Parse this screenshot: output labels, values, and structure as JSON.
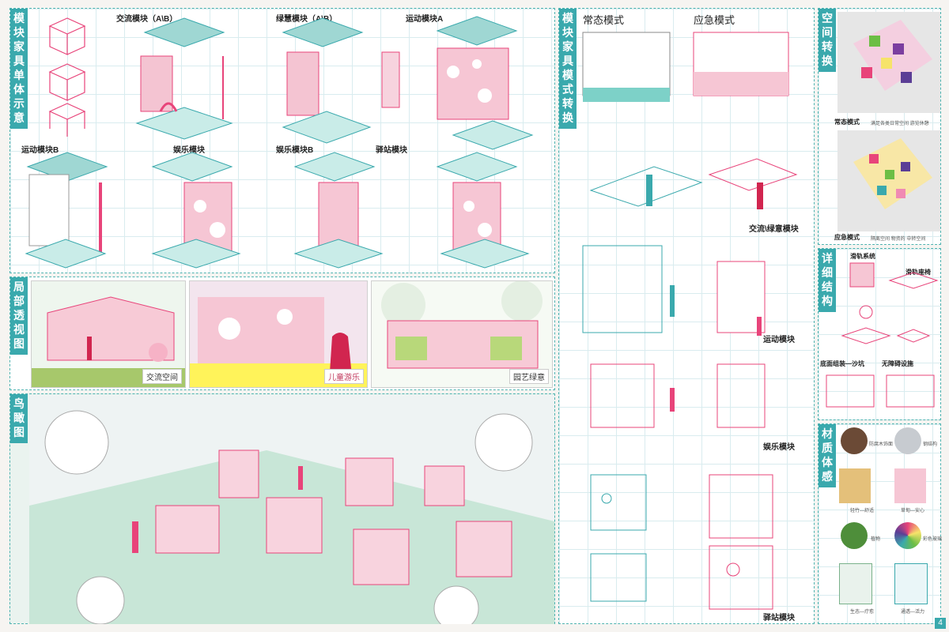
{
  "sections": {
    "module_units": [
      "模",
      "块",
      "家",
      "具",
      "单",
      "体",
      "示",
      "意"
    ],
    "local_views": [
      "局",
      "部",
      "透",
      "视",
      "图"
    ],
    "aerial": [
      "鸟",
      "瞰",
      "图"
    ],
    "mode_switch": [
      "模",
      "块",
      "家",
      "具",
      "模",
      "式",
      "转",
      "换"
    ],
    "space_switch": [
      "空",
      "间",
      "转",
      "换"
    ],
    "detail": [
      "详",
      "细",
      "结",
      "构"
    ],
    "material": [
      "材",
      "质",
      "体",
      "感"
    ]
  },
  "modules": {
    "exchange": "交流模块（A\\B）",
    "green": "绿慧模块（A\\B）",
    "sport_a": "运动模块A",
    "sport_b": "运动模块B",
    "fun_a": "娱乐模块",
    "fun_b": "娱乐模块B",
    "station": "驿站模块"
  },
  "local": {
    "view1": "交流空间",
    "view2": "儿童游乐",
    "view3": "园艺绿意"
  },
  "modes": {
    "normal": "常态模式",
    "emergency": "应急模式",
    "exchange_green": "交流\\绿意模块",
    "sport": "运动模块",
    "fun": "娱乐模块",
    "station": "驿站模块"
  },
  "space": {
    "normal_label": "常态模式",
    "normal_sub": "满足各类日常空间    游览休憩",
    "emergency_label": "应急模式",
    "emergency_sub": "隔离空间 物资的    中转空间"
  },
  "detail": {
    "slide": "滑轨系统",
    "slide_chair": "滑轨座椅",
    "bottom": "底面组装—沙坑",
    "barrier_free": "无障碍设施"
  },
  "material": {
    "m1": "防腐木饰面",
    "m2": "钢结构",
    "m3": "轻竹—舒适",
    "m4": "草甸—安心",
    "m5": "植物",
    "m6": "彩色玻璃",
    "m7": "生态—疗愈",
    "m8": "通透—活力"
  },
  "page_number": "4",
  "colors": {
    "teal": "#3aa9ad",
    "pink": "#e8447a",
    "grid": "#d9ecef"
  }
}
